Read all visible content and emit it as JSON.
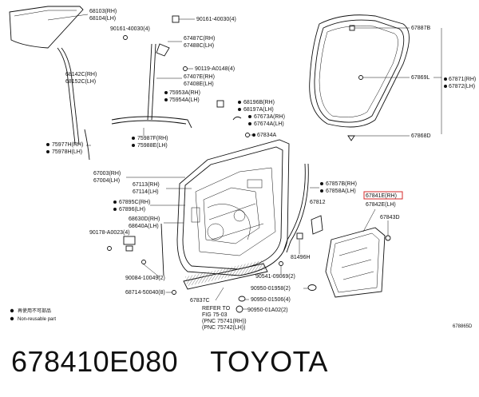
{
  "labels": {
    "l68103": "68103(RH)",
    "l68104": "68104(LH)",
    "l90161_a": "90161-40030(4)",
    "l90161_b": "90161-40030(4)",
    "l67487": "67487C(RH)",
    "l67488": "67488C(LH)",
    "l90119": "90119-A0148(4)",
    "l67407": "67407E(RH)",
    "l67408": "67408E(LH)",
    "l75953": "75953A(RH)",
    "l75954": "75954A(LH)",
    "l68142": "68142C(RH)",
    "l68152": "68152C(LH)",
    "l68196": "68196B(RH)",
    "l68197": "68197A(LH)",
    "l67673": "67673A(RH)",
    "l67674": "67674A(LH)",
    "l67834": "67834A",
    "l75987": "75987F(RH)",
    "l75988": "75988E(LH)",
    "l75977": "75977H(RH)",
    "l75978": "75978H(LH)",
    "l67887": "67887B",
    "l67869": "67869L",
    "l67871": "67871(RH)",
    "l67872": "67872(LH)",
    "l67868": "67868D",
    "l67003": "67003(RH)",
    "l67004": "67004(LH)",
    "l67113": "67113(RH)",
    "l67114": "67114(LH)",
    "l67857": "67857B(RH)",
    "l67858": "67858A(LH)",
    "l67841": "67841E(RH)",
    "l67842": "67842E(LH)",
    "l67895": "67895C(RH)",
    "l67896": "67896(LH)",
    "l67812": "67812",
    "l67843": "67843D",
    "l68630": "68630D(RH)",
    "l68640": "68640A(LH)",
    "l90178": "90178-A0023(4)",
    "l81496": "81496H",
    "l90084": "90084-10049(2)",
    "l90541": "90541-09069(2)",
    "l68714": "68714-50040(8)",
    "l67837": "67837C",
    "l90950_a": "90950-01958(2)",
    "l90950_b": "90950-01506(4)",
    "l90950_c": "90950-01A02(2)",
    "refer1": "REFER TO",
    "refer2": "FIG 75-03",
    "refer3": "(PNC 75741(RH))",
    "refer4": "(PNC 75742(LH))",
    "legend_cn": "再使用不可部品",
    "legend_en": "Non-reusable part",
    "fig_no": "678865D"
  },
  "caption": {
    "part_no": "678410E080",
    "brand": "TOYOTA"
  },
  "colors": {
    "ink": "#111111",
    "highlight": "#d62828"
  }
}
